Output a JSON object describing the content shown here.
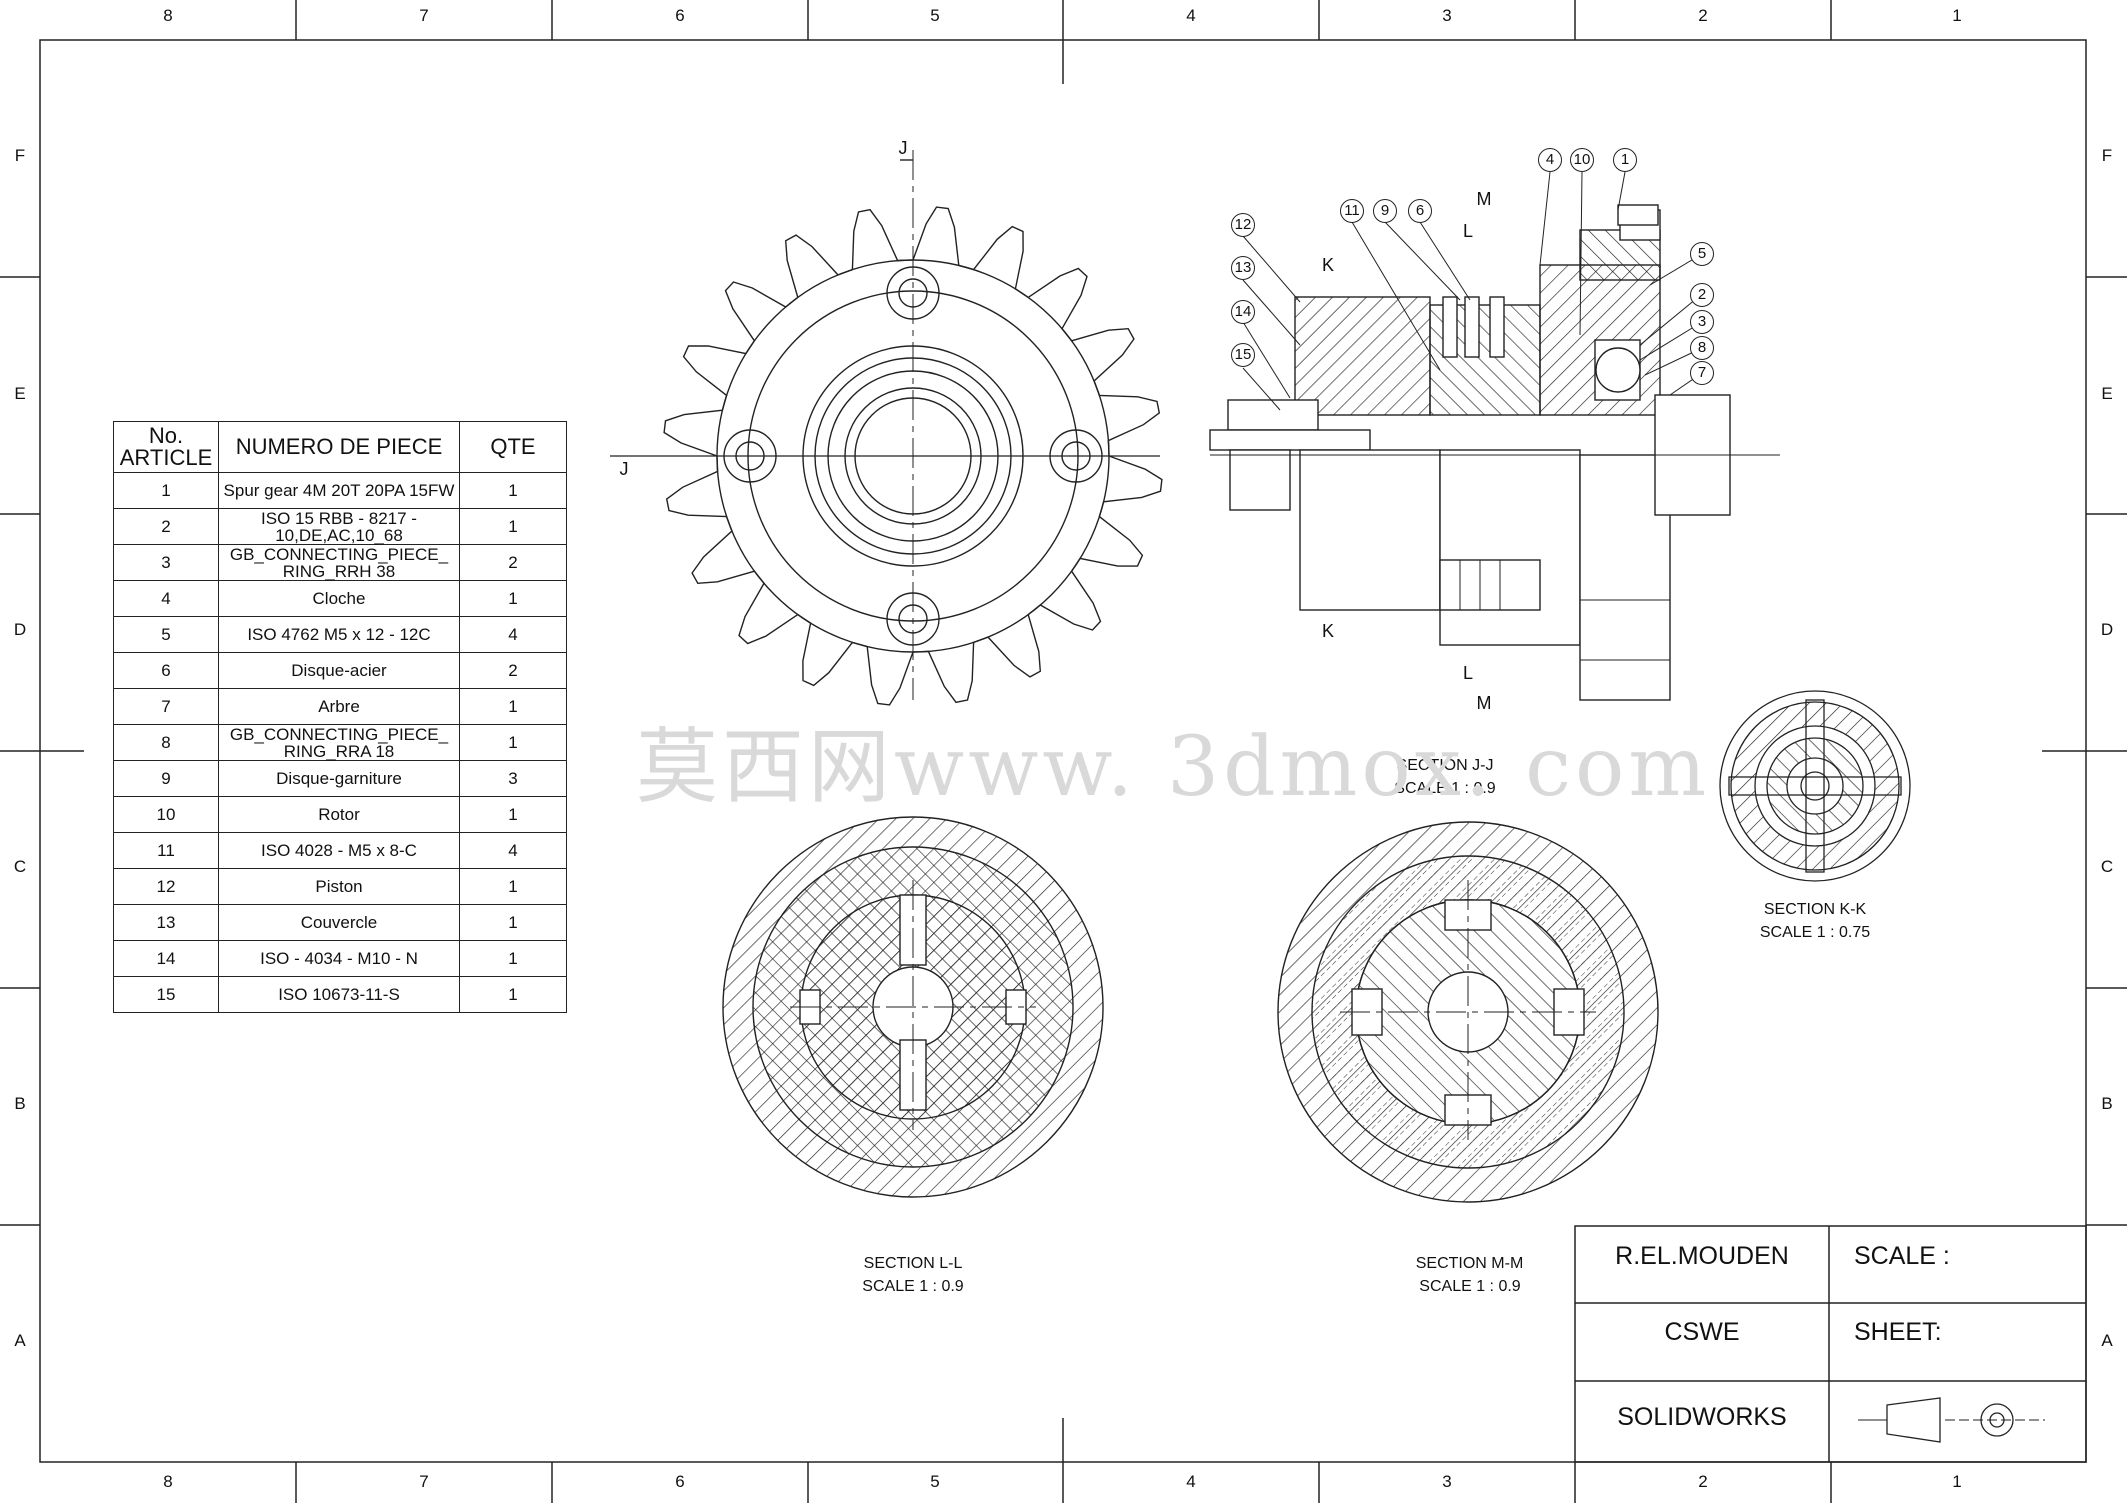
{
  "zones": {
    "columns": [
      "8",
      "7",
      "6",
      "5",
      "4",
      "3",
      "2",
      "1"
    ],
    "rows": [
      "F",
      "E",
      "D",
      "C",
      "B",
      "A"
    ]
  },
  "bom": {
    "headers": [
      "No.\nARTICLE",
      "NUMERO DE PIECE",
      "QTE"
    ],
    "rows": [
      [
        "1",
        "Spur gear 4M 20T 20PA 15FW",
        "1"
      ],
      [
        "2",
        "ISO 15 RBB - 8217 - 10,DE,AC,10_68",
        "1"
      ],
      [
        "3",
        "GB_CONNECTING_PIECE_ RING_RRH 38",
        "2"
      ],
      [
        "4",
        "Cloche",
        "1"
      ],
      [
        "5",
        "ISO 4762 M5 x 12 - 12C",
        "4"
      ],
      [
        "6",
        "Disque-acier",
        "2"
      ],
      [
        "7",
        "Arbre",
        "1"
      ],
      [
        "8",
        "GB_CONNECTING_PIECE_ RING_RRA 18",
        "1"
      ],
      [
        "9",
        "Disque-garniture",
        "3"
      ],
      [
        "10",
        "Rotor",
        "1"
      ],
      [
        "11",
        "ISO 4028 - M5 x 8-C",
        "4"
      ],
      [
        "12",
        "Piston",
        "1"
      ],
      [
        "13",
        "Couvercle",
        "1"
      ],
      [
        "14",
        "ISO - 4034 - M10 - N",
        "1"
      ],
      [
        "15",
        "ISO 10673-11-S",
        "1"
      ]
    ]
  },
  "views": {
    "section_jj": {
      "title": "SECTION J-J",
      "scale": "SCALE 1 : 0.9"
    },
    "section_kk": {
      "title": "SECTION K-K",
      "scale": "SCALE 1 : 0.75"
    },
    "section_ll": {
      "title": "SECTION L-L",
      "scale": "SCALE 1 : 0.9"
    },
    "section_mm": {
      "title": "SECTION M-M",
      "scale": "SCALE 1 : 0.9"
    }
  },
  "cut_labels": {
    "j": "J",
    "k": "K",
    "l": "L",
    "m": "M"
  },
  "balloons": [
    "1",
    "2",
    "3",
    "4",
    "5",
    "6",
    "7",
    "8",
    "9",
    "10",
    "11",
    "12",
    "13",
    "14",
    "15"
  ],
  "title_block": {
    "author": "R.EL.MOUDEN",
    "org": "CSWE",
    "software": "SOLIDWORKS",
    "scale_label": "SCALE :",
    "sheet_label": "SHEET:"
  },
  "watermark": "莫西网www. 3dmox. com"
}
